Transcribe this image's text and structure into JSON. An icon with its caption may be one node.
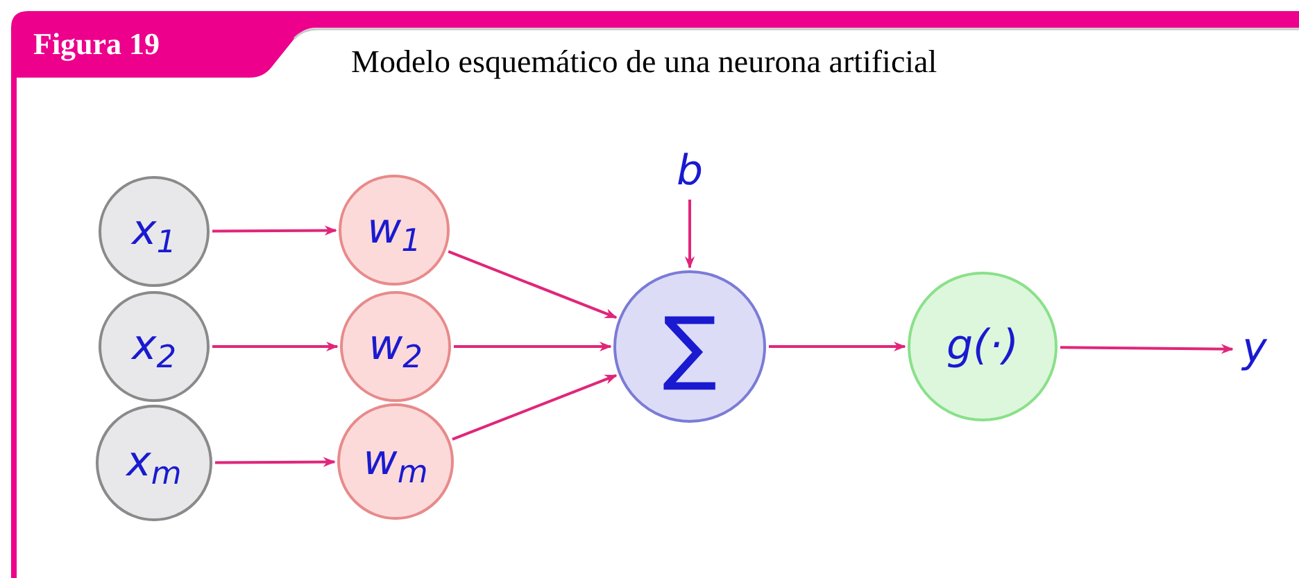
{
  "diagram": {
    "title": "Modelo esquemático de una neurona artificial",
    "nodes": [
      {
        "text": [
          "x$_{1}$"
        ]
      },
      {
        "text": [
          "x$_{2}$"
        ]
      },
      {
        "text": [
          "x$_{m}$"
        ]
      },
      {
        "text": [
          "w$_{1}$"
        ]
      },
      {
        "text": [
          "w$_{2}$"
        ]
      },
      {
        "text": [
          "w$_{m}$"
        ]
      },
      {
        "text": [
          "b"
        ]
      },
      {
        "text": [
          "∑"
        ]
      },
      {
        "text": [
          "g(·)"
        ]
      },
      {
        "text": [
          "y"
        ]
      }
    ],
    "edges": [
      {
        "from": 0,
        "to": 3,
        "arrow": "to"
      },
      {
        "from": 1,
        "to": 4,
        "arrow": "to"
      },
      {
        "from": 2,
        "to": 5,
        "arrow": "to"
      },
      {
        "from": 3,
        "to": 7,
        "arrow": "to"
      },
      {
        "from": 4,
        "to": 7,
        "arrow": "to"
      },
      {
        "from": 5,
        "to": 7,
        "arrow": "to"
      },
      {
        "from": 6,
        "to": 7,
        "arrow": "to"
      },
      {
        "from": 7,
        "to": 8,
        "arrow": "to"
      },
      {
        "from": 8,
        "to": 9,
        "arrow": "to"
      }
    ],
    "labels": [
      "Figura 19"
    ]
  }
}
